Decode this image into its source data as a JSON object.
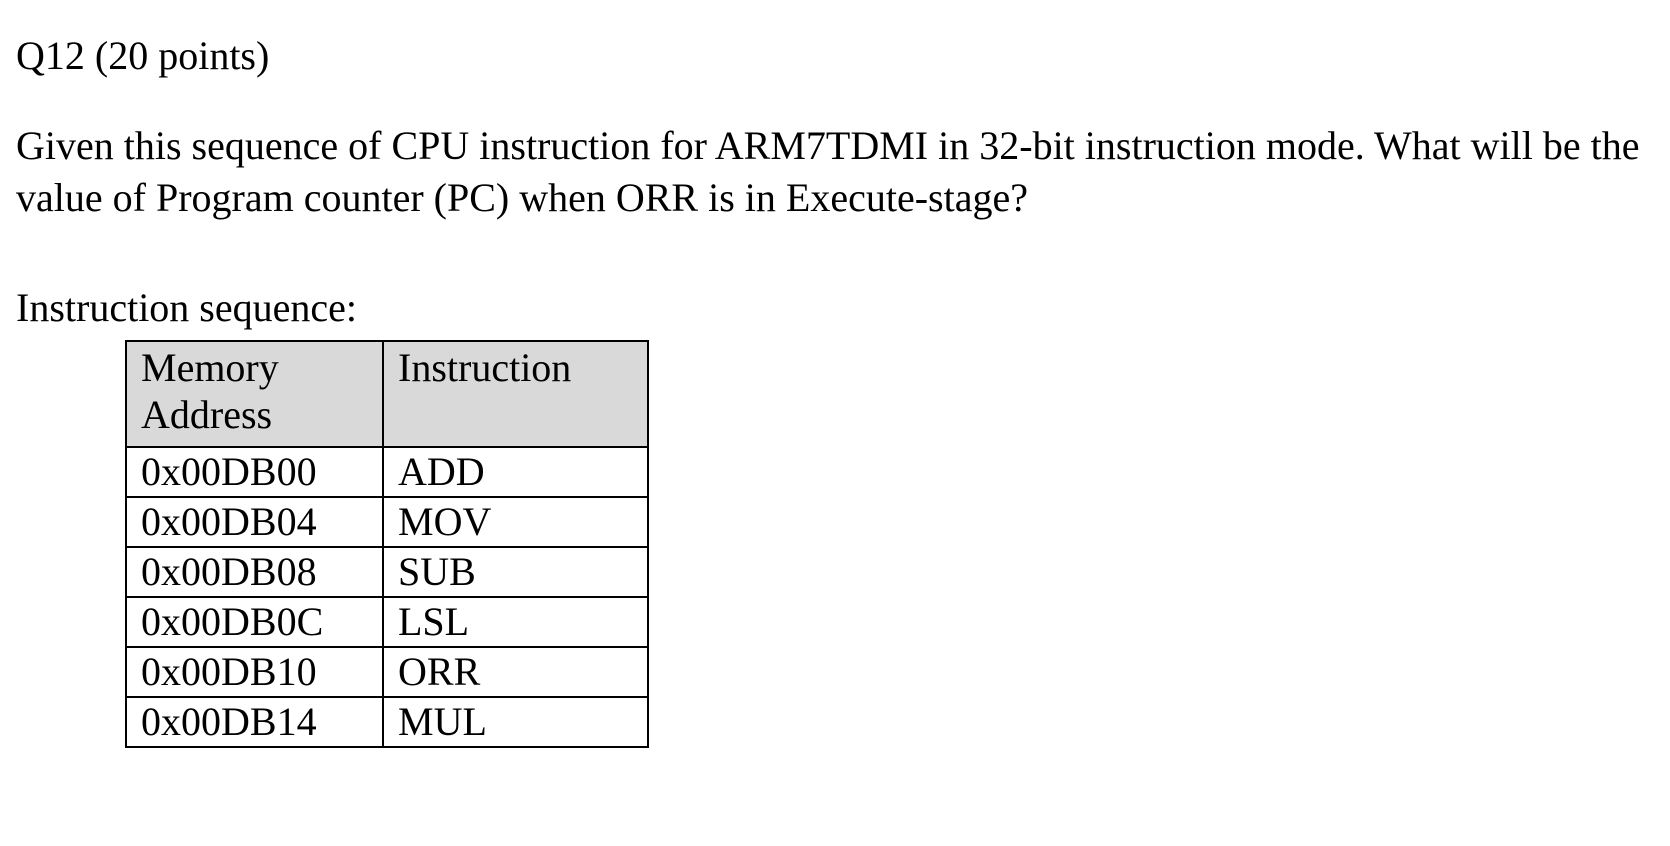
{
  "document": {
    "title": "Q12 (20 points)",
    "question": "Given this sequence of CPU instruction for ARM7TDMI in 32-bit instruction mode. What will be the value of Program counter (PC) when ORR is in Execute-stage?",
    "table_label": "Instruction sequence:"
  },
  "table": {
    "headers": [
      "Memory Address",
      "Instruction"
    ],
    "rows": [
      [
        "0x00DB00",
        "ADD"
      ],
      [
        "0x00DB04",
        "MOV"
      ],
      [
        "0x00DB08",
        "SUB"
      ],
      [
        "0x00DB0C",
        "LSL"
      ],
      [
        "0x00DB10",
        "ORR"
      ],
      [
        "0x00DB14",
        "MUL"
      ]
    ],
    "header_bg": "#d9d9d9",
    "border_color": "#000000",
    "text_color": "#000000"
  }
}
